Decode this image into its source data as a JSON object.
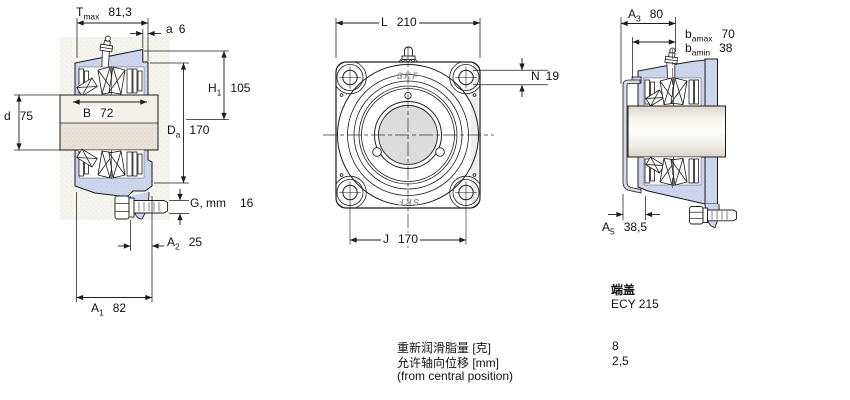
{
  "views": {
    "left": {
      "dims": {
        "tmax": {
          "sym": "T",
          "sub": "max",
          "value": "81,3"
        },
        "a": {
          "sym": "a",
          "sub": "",
          "value": "6"
        },
        "h1": {
          "sym": "H",
          "sub": "1",
          "value": "105"
        },
        "d": {
          "sym": "d",
          "sub": "",
          "value": "75"
        },
        "b": {
          "sym": "B",
          "sub": "",
          "value": "72"
        },
        "da": {
          "sym": "D",
          "sub": "a",
          "value": "170"
        },
        "g": {
          "sym": "G, mm",
          "sub": "",
          "value": "16"
        },
        "a2": {
          "sym": "A",
          "sub": "2",
          "value": "25"
        },
        "a1": {
          "sym": "A",
          "sub": "1",
          "value": "82"
        }
      }
    },
    "front": {
      "logo": "SKF",
      "dims": {
        "l": {
          "sym": "L",
          "sub": "",
          "value": "210"
        },
        "n": {
          "sym": "N",
          "sub": "",
          "value": "19"
        },
        "j": {
          "sym": "J",
          "sub": "",
          "value": "170"
        }
      }
    },
    "right": {
      "dims": {
        "a3": {
          "sym": "A",
          "sub": "3",
          "value": "80"
        },
        "bamax": {
          "sym": "b",
          "sub": "amax",
          "value": "70"
        },
        "bamin": {
          "sym": "b",
          "sub": "amin",
          "value": "38"
        },
        "a5": {
          "sym": "A",
          "sub": "5",
          "value": "38,5"
        }
      }
    }
  },
  "info": {
    "end_cover": {
      "label": "端盖",
      "value": "ECY 215"
    },
    "rows": [
      {
        "label": "重新润滑脂量 [克]",
        "value": "8"
      },
      {
        "label": "允许轴向位移 [mm]",
        "value": "2,5"
      }
    ],
    "note": "(from central position)"
  },
  "colors": {
    "housing_blue": "#ccd5ec",
    "line": "#1c1c1c",
    "shaft_light": "#f3f1e9",
    "shaft_shaded": "#e9e2d8",
    "bore_gray": "#dcdcdc"
  }
}
